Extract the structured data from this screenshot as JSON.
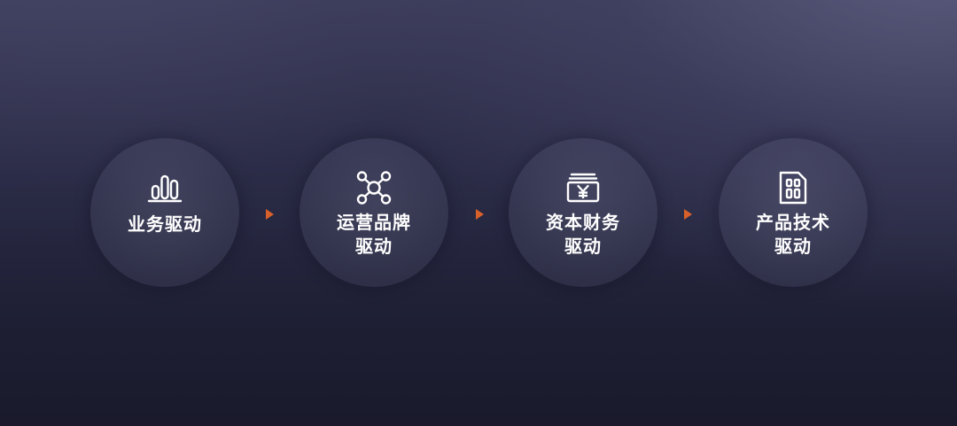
{
  "flow": {
    "steps": [
      {
        "label_line1": "业务驱动",
        "label_line2": "",
        "icon": "bar-chart-icon"
      },
      {
        "label_line1": "运营品牌",
        "label_line2": "驱动",
        "icon": "network-nodes-icon"
      },
      {
        "label_line1": "资本财务",
        "label_line2": "驱动",
        "icon": "yen-stack-icon"
      },
      {
        "label_line1": "产品技术",
        "label_line2": "驱动",
        "icon": "sim-card-icon"
      }
    ],
    "arrow_color": "#d8602a",
    "text_color": "#ffffff"
  }
}
